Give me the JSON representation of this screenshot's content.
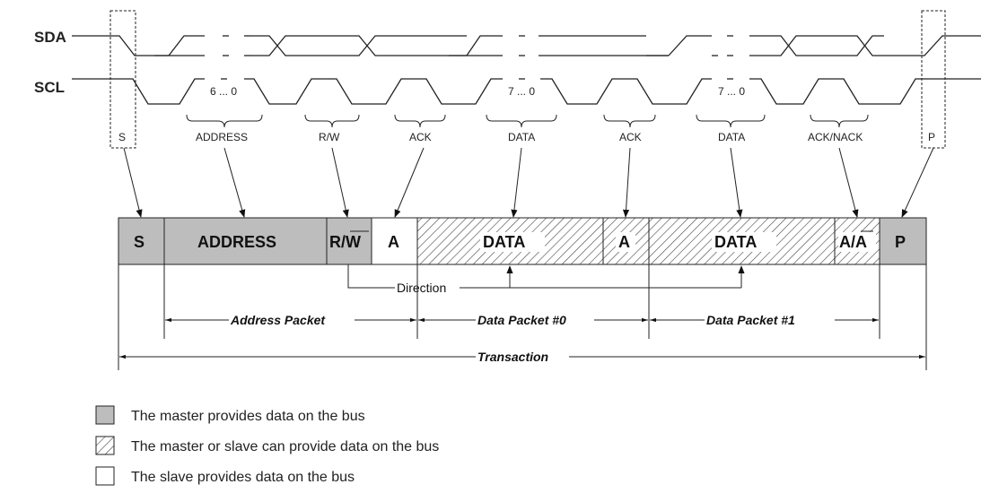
{
  "signals": {
    "sda": "SDA",
    "scl": "SCL"
  },
  "bit_labels": {
    "address_bits": "6 ... 0",
    "data0_bits": "7 ... 0",
    "data1_bits": "7 ... 0"
  },
  "markers": {
    "start": "S",
    "stop": "P"
  },
  "field_labels": {
    "address": "ADDRESS",
    "rw": "R/W",
    "ack1": "ACK",
    "data0": "DATA",
    "ack2": "ACK",
    "data1": "DATA",
    "ack_nack": "ACK/NACK"
  },
  "frame": {
    "s": "S",
    "address": "ADDRESS",
    "rw": "R/W",
    "a1": "A",
    "data0": "DATA",
    "a2": "A",
    "data1": "DATA",
    "a3": "A/A",
    "p": "P"
  },
  "direction_label": "Direction",
  "packets": {
    "address": "Address Packet",
    "data0": "Data Packet #0",
    "data1": "Data Packet #1",
    "transaction": "Transaction"
  },
  "legend": {
    "master": "The master provides data on the bus",
    "either": "The master or slave can provide data on the bus",
    "slave": "The slave provides data on the bus"
  },
  "colors": {
    "master_fill": "#bdbdbd",
    "slave_fill": "#ffffff",
    "line": "#222222"
  }
}
